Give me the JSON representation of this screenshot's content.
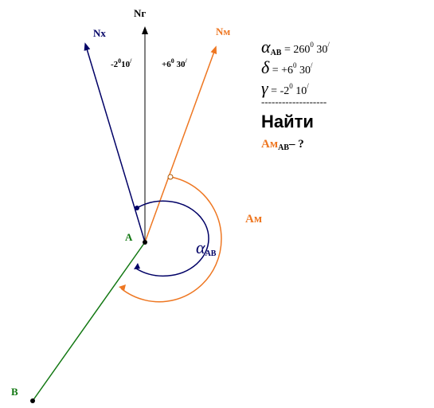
{
  "labels": {
    "north_true": "Nг",
    "north_grid": "Nx",
    "north_magnetic": "Nм",
    "point_a": "А",
    "point_b": "В",
    "angle_left": "-2",
    "angle_left_sup": "0",
    "angle_left_rest": "10",
    "angle_left_prime": "/",
    "angle_right": "+6",
    "angle_right_sup": "0",
    "angle_right_rest": " 30",
    "angle_right_prime": "/",
    "azimuth_label": "Ам",
    "alpha_symbol": "α",
    "alpha_sub": "АВ"
  },
  "given": {
    "alpha": {
      "symbol": "α",
      "sub": "АВ",
      "value": " = 260",
      "sup": "0",
      "rest": " 30",
      "prime": "/"
    },
    "delta": {
      "symbol": "δ",
      "value": " = +6",
      "sup": "0",
      "rest": " 30",
      "prime": "/"
    },
    "gamma": {
      "symbol": "γ",
      "value": " = -2",
      "sup": "0",
      "rest": " 10",
      "prime": "/"
    },
    "separator": "-------------------",
    "find_title": "Найти",
    "find_item": "Ам",
    "find_item_sub": "АВ",
    "find_suffix": "– ?"
  },
  "colors": {
    "true_north": "#000000",
    "grid_north": "#000066",
    "magnetic": "#ee7722",
    "line_ab": "#117711",
    "find_item": "#ee7722"
  }
}
